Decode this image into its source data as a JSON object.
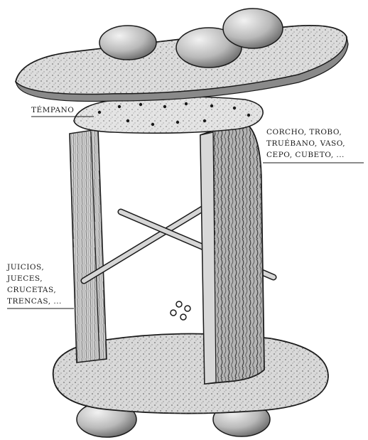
{
  "labels": {
    "tempano": "TÉMPANO",
    "corcho_group": [
      "CORCHO, TROBO,",
      "TRUÉBANO, VASO,",
      "CEPO, CUBETO, ..."
    ],
    "juicios_group": [
      "JUICIOS,",
      "JUECES,",
      "CRUCETAS,",
      "TRENCAS, ..."
    ]
  },
  "colors": {
    "ink": "#1a1a1a",
    "shade": "#6e6e6e",
    "paper": "#ffffff",
    "stone": "#bdbdbd"
  }
}
